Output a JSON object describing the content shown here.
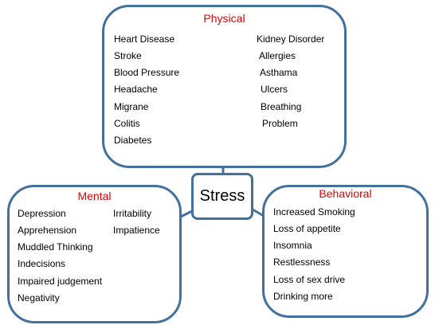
{
  "colors": {
    "border": "#41719c",
    "title": "#e00000",
    "text": "#000000"
  },
  "center": {
    "label": "Stress"
  },
  "physical": {
    "title": "Physical",
    "left_items": [
      "Heart Disease",
      "Stroke",
      "Blood Pressure",
      "Headache",
      "Migrane",
      "Colitis",
      "Diabetes"
    ],
    "right_items": [
      "Kidney Disorder",
      "Allergies",
      "Asthama",
      "Ulcers",
      "Breathing",
      "Problem"
    ]
  },
  "mental": {
    "title": "Mental",
    "left_items": [
      "Depression",
      "Apprehension",
      "Muddled Thinking",
      "Indecisions",
      "Impaired judgement",
      "Negativity"
    ],
    "right_items": [
      "Irritability",
      "Impatience"
    ]
  },
  "behavioral": {
    "title": "Behavioral",
    "items": [
      "Increased Smoking",
      "Loss of appetite",
      "Insomnia",
      "Restlessness",
      "Loss of sex drive",
      "Drinking more"
    ]
  }
}
